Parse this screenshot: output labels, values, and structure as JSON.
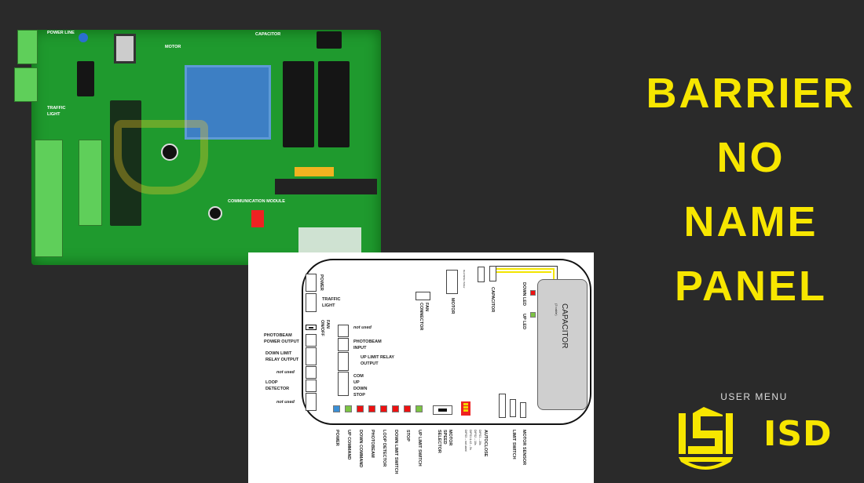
{
  "title_lines": [
    "BARRIER",
    "NO",
    "NAME",
    "PANEL"
  ],
  "brand": {
    "tagline": "USER MENU",
    "logo_text": "ISD",
    "accent": "#f7e600"
  },
  "photo": {
    "labels": [
      "POWER LINE",
      "TRAFFIC LIGHT",
      "COMMUNICATION MODULE",
      "CAPACITOR",
      "MOTOR"
    ]
  },
  "diagram": {
    "left_labels": {
      "photobeam_power": "PHOTOBEAM POWER OUTPUT",
      "down_limit_relay": "DOWN LIMIT RELAY OUTPUT",
      "not_used_1": "not used",
      "loop_detector": "LOOP DETECTOR",
      "not_used_2": "not used"
    },
    "power": "POWER",
    "traffic_light": "TRAFFIC LIGHT",
    "fan_onoff": "FAN ON/OFF",
    "mid_labels": {
      "not_used": "not used",
      "photobeam_input": "PHOTOBEAM INPUT",
      "up_limit_relay": "UP LIMIT RELAY OUTPUT",
      "com_up_down_stop": "COM UP DOWN STOP"
    },
    "fan_connector": "FAN CONNECTOR",
    "motor": "MOTOR",
    "motor_wires": "Red White Yellow",
    "capacitor_conn": "CAPACITOR",
    "down_led": "DOWN LED",
    "up_led": "UP LED",
    "capacitor": "CAPACITOR",
    "capacitor_note": "(3 cable)",
    "leds": [
      {
        "color": "#3a8fd6"
      },
      {
        "color": "#7cc443"
      },
      {
        "color": "#ee1111"
      },
      {
        "color": "#ee1111"
      },
      {
        "color": "#ee1111"
      },
      {
        "color": "#ee1111"
      },
      {
        "color": "#ee1111"
      },
      {
        "color": "#7cc443"
      }
    ],
    "bottom_labels": [
      "POWER",
      "UP COMMAND",
      "DOWN COMMAND",
      "PHOTOBEAM",
      "LOOP DETECTOR",
      "DOWN LIMIT SWITCH",
      "STOP",
      "UP LIMIT SWITCH"
    ],
    "motor_speed_selector": "MOTOR SPEED SELECTOR",
    "autoclose": "AUTOCLOSE",
    "autoclose_opts": [
      "DIPS1 – 20s",
      "DIPS2 – 10s",
      "DIPS1 & #2 – 5s",
      "DIPS3 – not used"
    ],
    "limit_switch": "LIMIT SWITCH",
    "motor_sensor": "MOTOR SENSOR"
  }
}
